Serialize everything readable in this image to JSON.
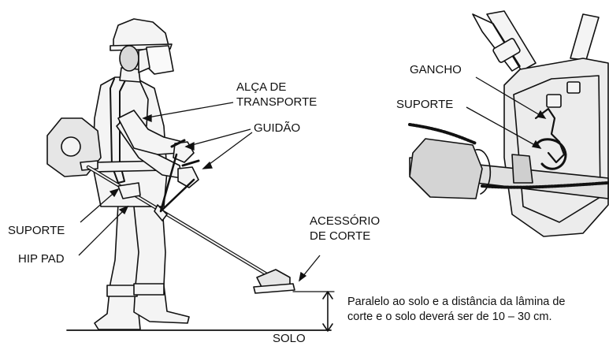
{
  "labels": {
    "alca_line1": "ALÇA DE",
    "alca_line2": "TRANSPORTE",
    "guidao": "GUIDÃO",
    "suporte_left": "SUPORTE",
    "hip_pad": "HIP PAD",
    "acessorio_line1": "ACESSÓRIO",
    "acessorio_line2": "DE CORTE",
    "gancho": "GANCHO",
    "suporte_right": "SUPORTE",
    "solo": "SOLO"
  },
  "note": {
    "line1": "Paralelo ao solo e a distância da lâmina de",
    "line2": "corte e o solo deverá ser de 10 – 30 cm."
  },
  "colors": {
    "ink": "#111111",
    "background": "#ffffff",
    "figure_fill": "#f4f4f4"
  }
}
